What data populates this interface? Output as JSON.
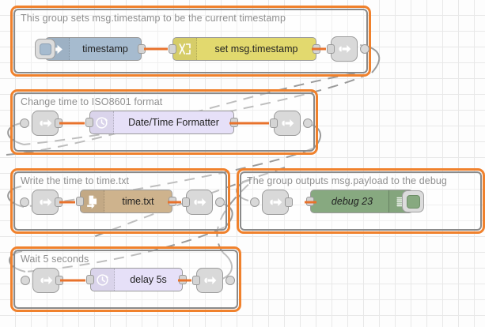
{
  "canvas": {
    "grid_color": "#e8e8e8",
    "background": "#fdfdfd",
    "group_border_color": "#f0812c",
    "group_inner_border_color": "#8a8a8a",
    "wire_color": "#e8722c",
    "link_wire_color": "#9b9b9b"
  },
  "groups": [
    {
      "id": "group-timestamp",
      "label": "This group sets msg.timestamp to be the current timestamp",
      "nodes": [
        {
          "id": "inject-timestamp",
          "type": "inject",
          "label": "timestamp",
          "icon": "inject-arrow-icon",
          "color": "#a6bbcf"
        },
        {
          "id": "change-set-timestamp",
          "type": "change",
          "label": "set msg.timestamp",
          "icon": "change-shuffle-icon",
          "color": "#e2d96e"
        },
        {
          "id": "link-out-1",
          "type": "link-out",
          "label": "",
          "icon": "link-out-icon",
          "color": "#d9d9d9"
        }
      ]
    },
    {
      "id": "group-iso8601",
      "label": "Change time to ISO8601 format",
      "nodes": [
        {
          "id": "link-in-1",
          "type": "link-in",
          "label": "",
          "icon": "link-in-icon",
          "color": "#d9d9d9"
        },
        {
          "id": "datetime-formatter",
          "type": "date-time",
          "label": "Date/Time Formatter",
          "icon": "clock-icon",
          "color": "#e6e0f8"
        },
        {
          "id": "link-out-2",
          "type": "link-out",
          "label": "",
          "icon": "link-out-icon",
          "color": "#d9d9d9"
        }
      ]
    },
    {
      "id": "group-writefile",
      "label": "Write the time to time.txt",
      "nodes": [
        {
          "id": "link-in-2",
          "type": "link-in",
          "label": "",
          "icon": "link-in-icon",
          "color": "#d9d9d9"
        },
        {
          "id": "file-node",
          "type": "file",
          "label": "time.txt",
          "icon": "file-write-icon",
          "color": "#ceb38d"
        },
        {
          "id": "link-out-3",
          "type": "link-out",
          "label": "",
          "icon": "link-out-icon",
          "color": "#d9d9d9"
        }
      ]
    },
    {
      "id": "group-debug",
      "label": "The group outputs msg.payload to the debug",
      "nodes": [
        {
          "id": "link-in-3",
          "type": "link-in",
          "label": "",
          "icon": "link-in-icon",
          "color": "#d9d9d9"
        },
        {
          "id": "debug-23",
          "type": "debug",
          "label": "debug 23",
          "icon": "debug-lines-icon",
          "color": "#87a980",
          "toggle_state": "enabled"
        }
      ]
    },
    {
      "id": "group-wait",
      "label": "Wait 5 seconds",
      "nodes": [
        {
          "id": "link-in-4",
          "type": "link-in",
          "label": "",
          "icon": "link-in-icon",
          "color": "#d9d9d9"
        },
        {
          "id": "delay-node",
          "type": "delay",
          "label": "delay 5s",
          "icon": "clock-icon",
          "color": "#e6e0f8"
        },
        {
          "id": "link-out-4",
          "type": "link-out",
          "label": "",
          "icon": "link-out-icon",
          "color": "#d9d9d9"
        }
      ]
    }
  ]
}
